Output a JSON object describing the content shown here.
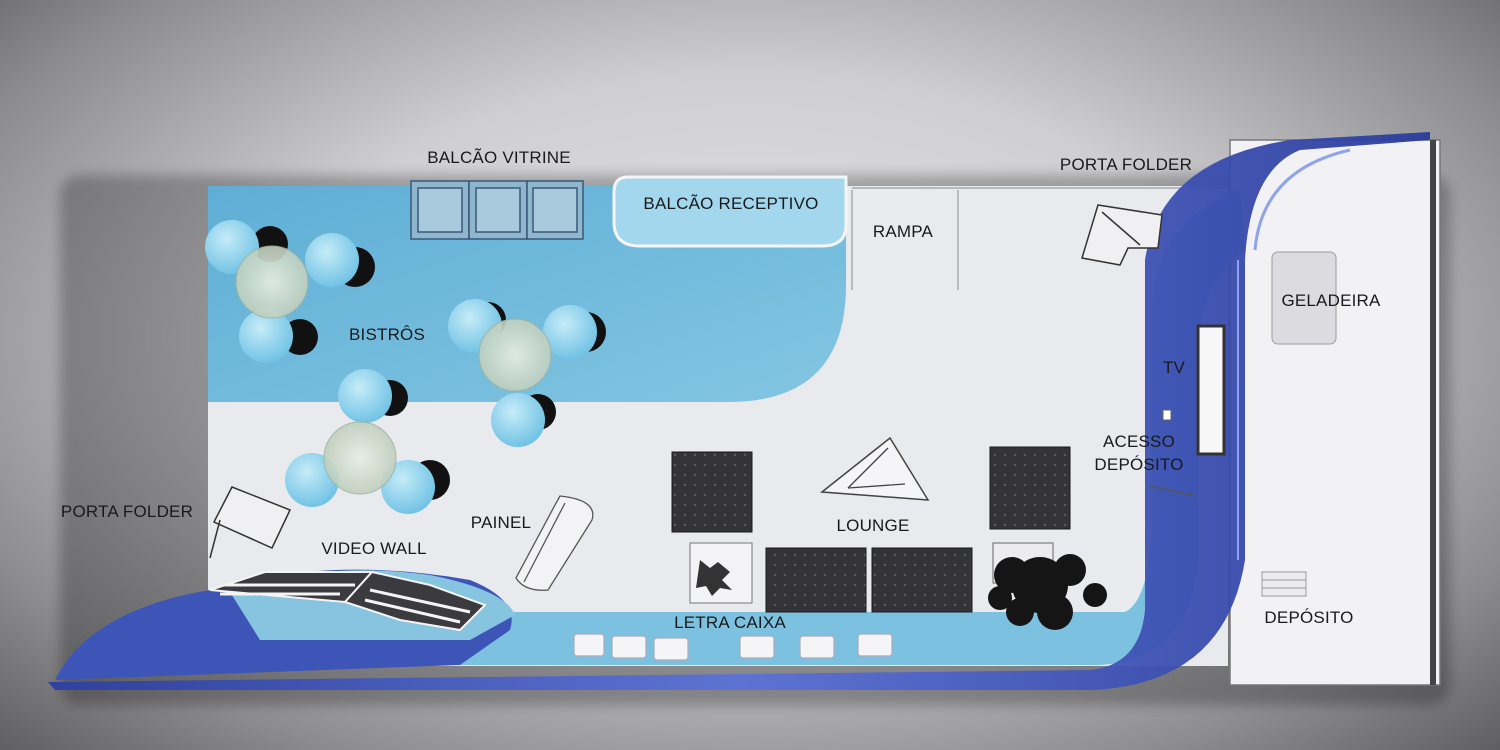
{
  "labels": {
    "balcao_vitrine": "BALCÃO VITRINE",
    "balcao_receptivo": "BALCÃO RECEPTIVO",
    "rampa": "RAMPA",
    "porta_folder_top": "PORTA FOLDER",
    "geladeira": "GELADEIRA",
    "tv": "TV",
    "acesso": "ACESSO",
    "deposito_access": "DEPÓSITO",
    "bistros": "BISTRÔS",
    "porta_folder_left": "PORTA FOLDER",
    "painel": "PAINEL",
    "video_wall": "VIDEO WALL",
    "lounge": "LOUNGE",
    "letra_caixa": "LETRA CAIXA",
    "deposito": "DEPÓSITO"
  },
  "colors": {
    "floor_blue": "#6fb8d8",
    "floor_light": "#e9eaee",
    "wall_navy": "#3d56b8",
    "wall_deep": "#26379a",
    "sofa_dark": "#2f2f33",
    "chair_blue": "#8dd0ea"
  }
}
